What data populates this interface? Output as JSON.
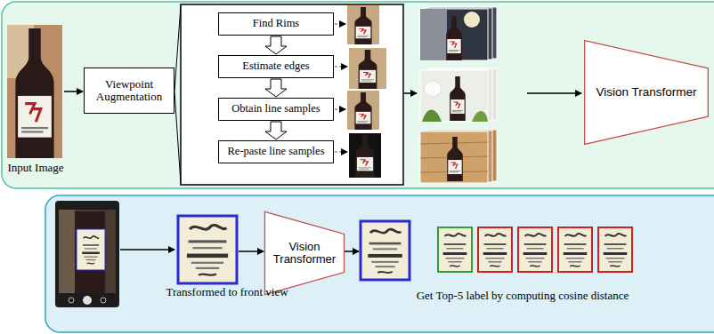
{
  "diagram": {
    "nodes": [
      {
        "text": [
          "Viewpoint Augmentation"
        ]
      },
      {
        "text": [
          "Find Rims"
        ]
      },
      {
        "text": [
          "Estimate edges"
        ]
      },
      {
        "text": [
          "Obtain line samples"
        ]
      },
      {
        "text": [
          "Re-paste line samples"
        ]
      },
      {
        "text": [
          "Vision Transformer"
        ]
      },
      {
        "text": [
          "Vision Transformer"
        ]
      }
    ],
    "edges": [
      {
        "from": 1,
        "to": 2,
        "arrow": "to"
      },
      {
        "from": 2,
        "to": 3,
        "arrow": "to"
      },
      {
        "from": 3,
        "to": 4,
        "arrow": "to"
      }
    ],
    "labels": [
      "Input Image",
      "Transformed to front view",
      "Get Top-5 label by computing cosine distance"
    ]
  }
}
